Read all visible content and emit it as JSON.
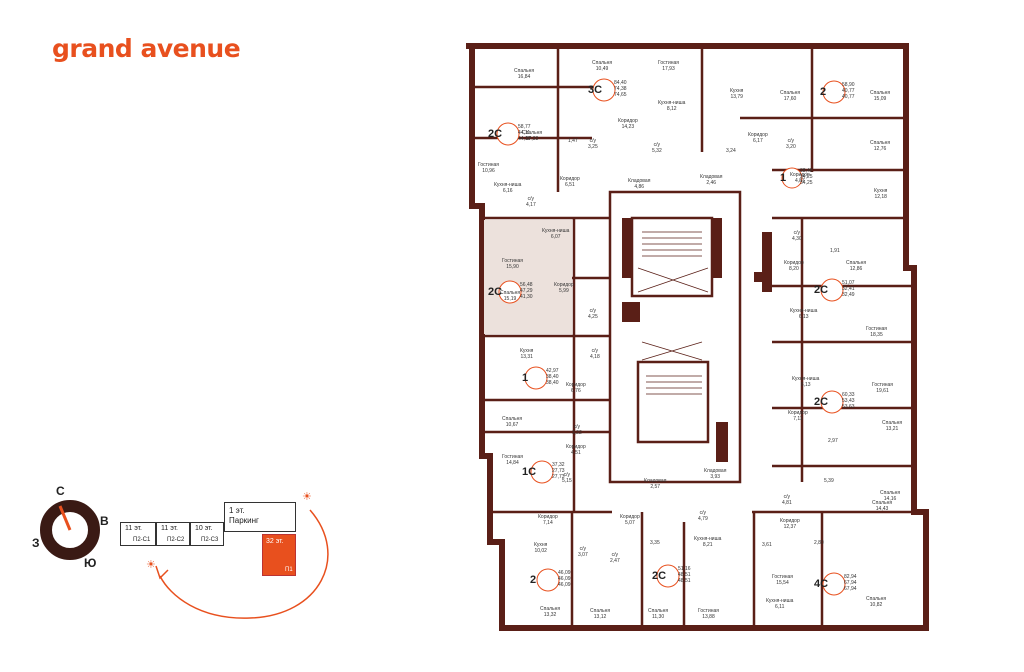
{
  "brand": {
    "name": "grand avenue",
    "color": "#e8501e"
  },
  "compass": {
    "north": "С",
    "east": "В",
    "south": "Ю",
    "west": "З"
  },
  "mini_plan": {
    "blocks": [
      {
        "label": "11 эт.",
        "tag": "П2-С1"
      },
      {
        "label": "11 эт.",
        "tag": "П2-С2"
      },
      {
        "label": "10 эт.",
        "tag": "П2-С3"
      }
    ],
    "parking_line1": "1 эт.",
    "parking_line2": "Паркинг",
    "active_floor": "32 эт.",
    "active_tag": "П1"
  },
  "apartments": [
    {
      "type": "3С",
      "areas": [
        "84,40",
        "74,38",
        "74,65"
      ]
    },
    {
      "type": "2С",
      "areas": [
        "58,77",
        "44,11",
        "44,19"
      ]
    },
    {
      "type": "2",
      "areas": [
        "58,90",
        "40,77",
        "40,77"
      ]
    },
    {
      "type": "1",
      "areas": [
        "38,48",
        "34,25",
        "34,25"
      ]
    },
    {
      "type": "2С",
      "areas": [
        "56,48",
        "47,29",
        "41,30"
      ]
    },
    {
      "type": "2С",
      "areas": [
        "51,07",
        "32,41",
        "32,49"
      ]
    },
    {
      "type": "1",
      "areas": [
        "42,97",
        "38,40",
        "38,40"
      ]
    },
    {
      "type": "2С",
      "areas": [
        "60,33",
        "53,43",
        "53,63"
      ]
    },
    {
      "type": "1С",
      "areas": [
        "37,32",
        "27,73",
        "27,73"
      ]
    },
    {
      "type": "4С",
      "areas": [
        "82,94",
        "67,94",
        "67,94"
      ]
    },
    {
      "type": "2",
      "areas": [
        "46,09",
        "46,09",
        "46,09"
      ]
    },
    {
      "type": "2С",
      "areas": [
        "51,16",
        "48,51",
        "48,51"
      ]
    }
  ],
  "rooms": [
    {
      "name": "Спальня",
      "area": "16,84"
    },
    {
      "name": "Спальня",
      "area": "10,49"
    },
    {
      "name": "Гостиная",
      "area": "17,93"
    },
    {
      "name": "Кухня-ниша",
      "area": "8,12"
    },
    {
      "name": "Коридор",
      "area": "14,23"
    },
    {
      "name": "Кухня",
      "area": "13,79"
    },
    {
      "name": "Спальня",
      "area": "17,60"
    },
    {
      "name": "Спальня",
      "area": "15,09"
    },
    {
      "name": "Спальня",
      "area": "17,33"
    },
    {
      "name": "Гостиная",
      "area": "10,96"
    },
    {
      "name": "Кухня-ниша",
      "area": "6,16"
    },
    {
      "name": "Коридор",
      "area": "6,51"
    },
    {
      "name": "с/у",
      "area": "4,17"
    },
    {
      "name": "с/у",
      "area": "3,25"
    },
    {
      "name": "с/у",
      "area": "5,32"
    },
    {
      "name": "Кладовая",
      "area": "4,86"
    },
    {
      "name": "Кладовая",
      "area": "2,46"
    },
    {
      "name": "Коридор",
      "area": "6,17"
    },
    {
      "name": "с/у",
      "area": "3,20"
    },
    {
      "name": "Спальня",
      "area": "12,76"
    },
    {
      "name": "Коридор",
      "area": "4,87"
    },
    {
      "name": "Кухня",
      "area": "12,18"
    },
    {
      "name": "Кухня-ниша",
      "area": "6,07"
    },
    {
      "name": "Гостиная",
      "area": "15,90"
    },
    {
      "name": "Спальня",
      "area": "15,19"
    },
    {
      "name": "Коридор",
      "area": "5,99"
    },
    {
      "name": "с/у",
      "area": "4,25"
    },
    {
      "name": "с/у",
      "area": "4,30"
    },
    {
      "name": "Спальня",
      "area": "12,86"
    },
    {
      "name": "Коридор",
      "area": "8,20"
    },
    {
      "name": "Кухня-ниша",
      "area": "6,13"
    },
    {
      "name": "Гостиная",
      "area": "18,35"
    },
    {
      "name": "Кухня",
      "area": "13,31"
    },
    {
      "name": "с/у",
      "area": "4,18"
    },
    {
      "name": "Коридор",
      "area": "6,76"
    },
    {
      "name": "Кухня-ниша",
      "area": "6,13"
    },
    {
      "name": "Гостиная",
      "area": "19,61"
    },
    {
      "name": "Спальня",
      "area": "10,67"
    },
    {
      "name": "с/у",
      "area": "3,22"
    },
    {
      "name": "Коридор",
      "area": "7,11"
    },
    {
      "name": "Спальня",
      "area": "13,21"
    },
    {
      "name": "Гостиная",
      "area": "14,84"
    },
    {
      "name": "Коридор",
      "area": "4,51"
    },
    {
      "name": "с/у",
      "area": "5,15"
    },
    {
      "name": "Кладовая",
      "area": "3,93"
    },
    {
      "name": "Кладовая",
      "area": "2,57"
    },
    {
      "name": "с/у",
      "area": "4,81"
    },
    {
      "name": "Спальня",
      "area": "14,16"
    },
    {
      "name": "Коридор",
      "area": "7,14"
    },
    {
      "name": "Коридор",
      "area": "5,07"
    },
    {
      "name": "с/у",
      "area": "4,79"
    },
    {
      "name": "Кухня-ниша",
      "area": "8,21"
    },
    {
      "name": "Коридор",
      "area": "12,37"
    },
    {
      "name": "Спальня",
      "area": "14,43"
    },
    {
      "name": "Кухня",
      "area": "10,02"
    },
    {
      "name": "с/у",
      "area": "3,07"
    },
    {
      "name": "с/у",
      "area": "2,47"
    },
    {
      "name": "Гостиная",
      "area": "15,54"
    },
    {
      "name": "Спальня",
      "area": "13,32"
    },
    {
      "name": "Спальня",
      "area": "13,12"
    },
    {
      "name": "Спальня",
      "area": "11,30"
    },
    {
      "name": "Гостиная",
      "area": "13,88"
    },
    {
      "name": "Кухня-ниша",
      "area": "6,11"
    },
    {
      "name": "Спальня",
      "area": "10,82"
    }
  ],
  "small_labels": [
    "1,47",
    "3,24",
    "1,91",
    "2,97",
    "5,39",
    "3,35",
    "2,80",
    "3,61"
  ]
}
